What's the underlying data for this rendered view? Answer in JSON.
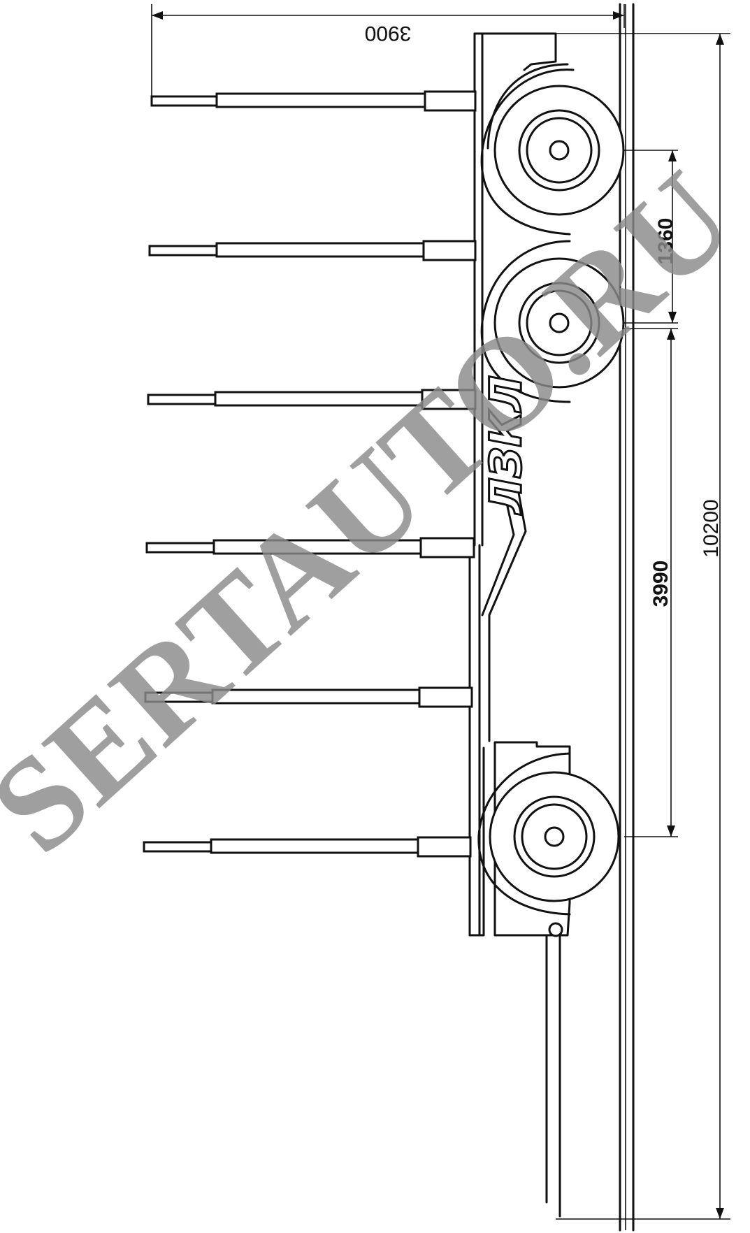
{
  "dimensions": {
    "width_total": "3900",
    "axle_spacing_rear": "1360",
    "wheelbase": "3990",
    "length_total": "10200"
  },
  "logo": "ЛЗКЛ",
  "watermark": "SERTAUTO.RU"
}
